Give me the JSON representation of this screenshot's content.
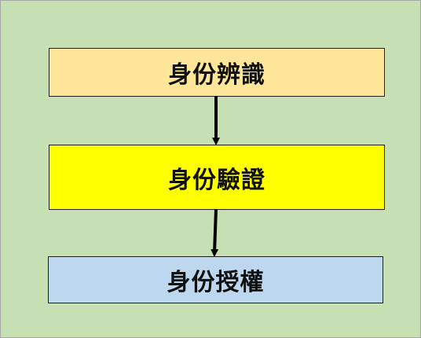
{
  "diagram": {
    "nodes": [
      {
        "id": "identify",
        "label": "身份辨識",
        "color": "#ffe699"
      },
      {
        "id": "verify",
        "label": "身份驗證",
        "color": "#ffff00"
      },
      {
        "id": "authorize",
        "label": "身份授權",
        "color": "#bdd7ee"
      }
    ],
    "edges": [
      {
        "from": "identify",
        "to": "verify"
      },
      {
        "from": "verify",
        "to": "authorize"
      }
    ],
    "background_color": "#c6e0b4"
  }
}
